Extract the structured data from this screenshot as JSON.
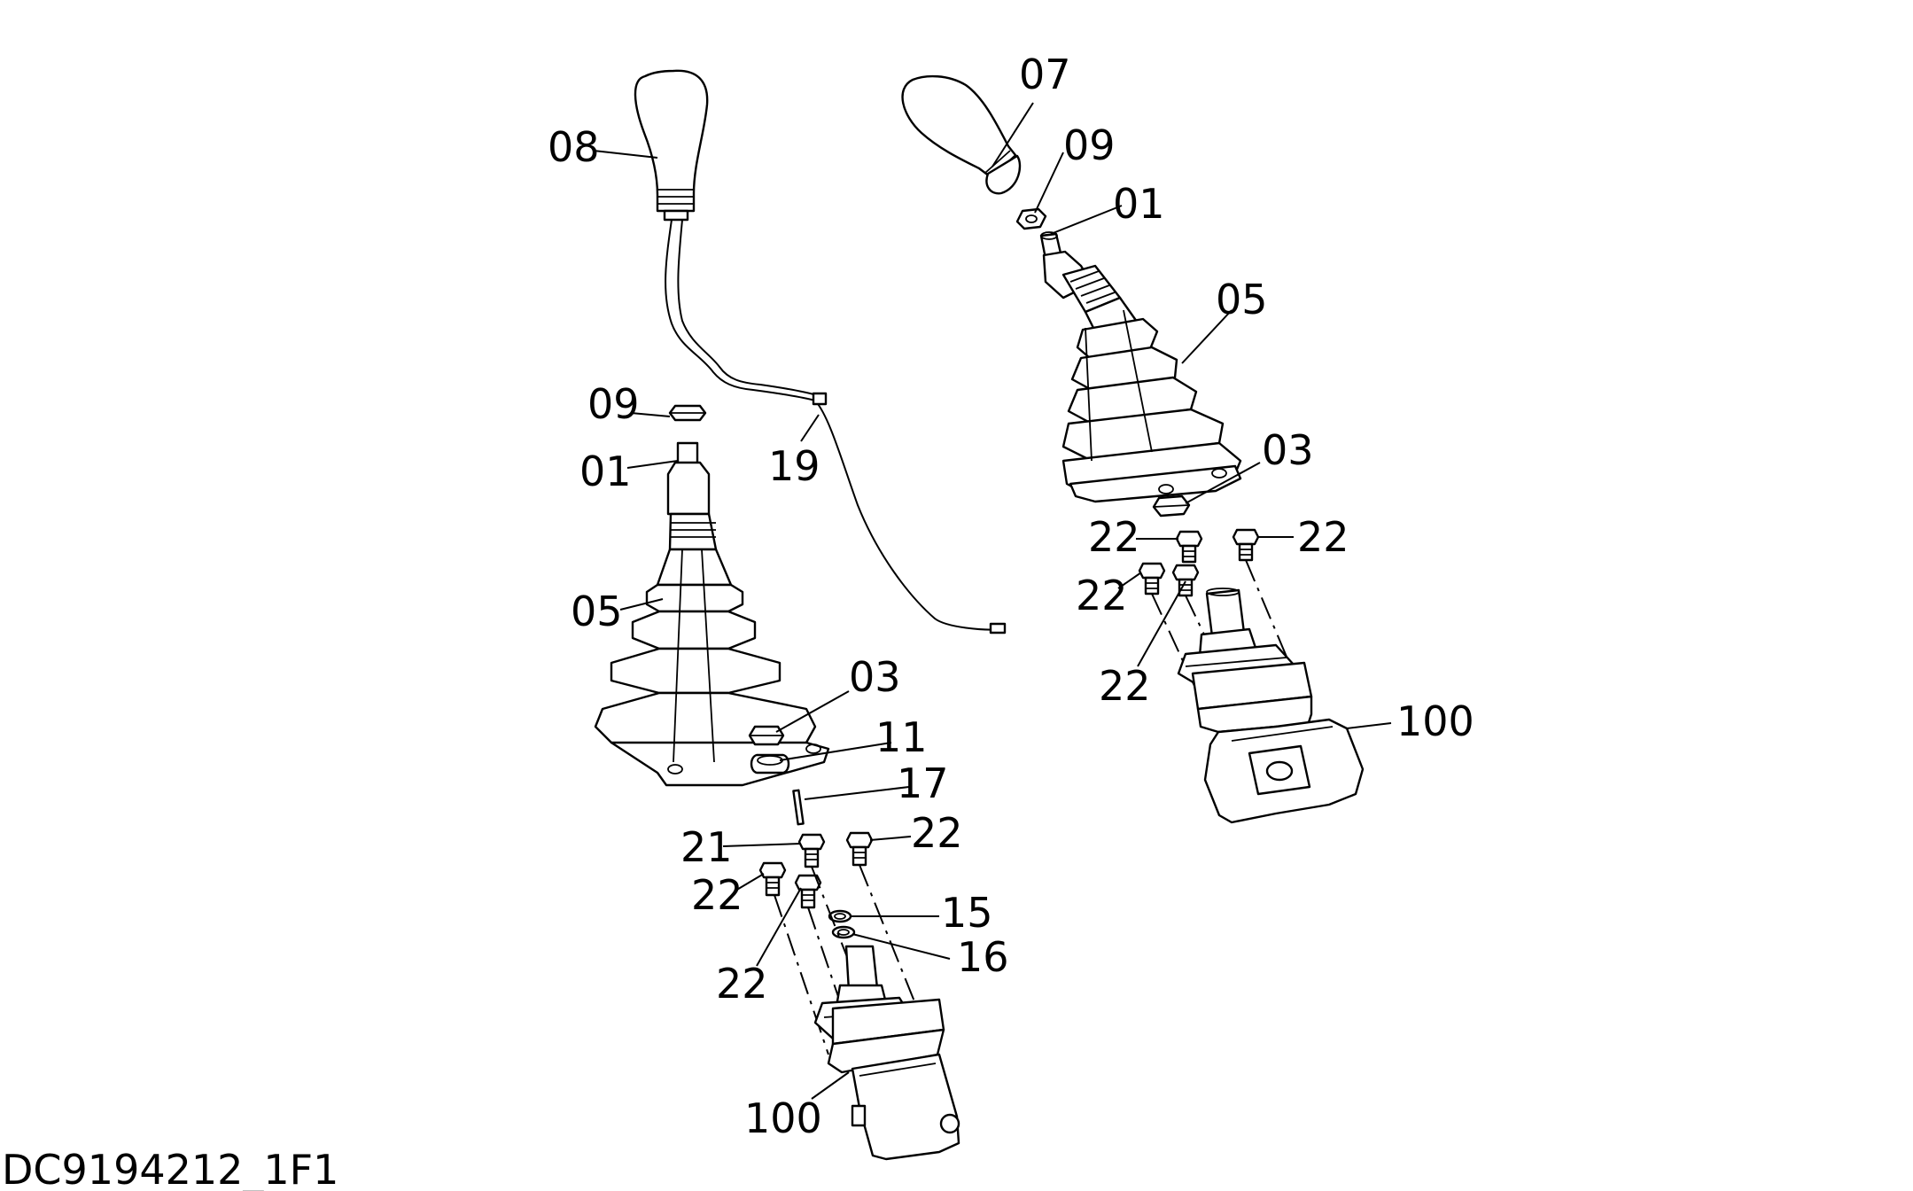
{
  "drawing_id": "DC9194212_1F1",
  "left_assembly": {
    "callouts": {
      "grip": "08",
      "nut_top": "09",
      "lever": "01",
      "cable": "19",
      "boot": "05",
      "nut": "03",
      "washer": "11",
      "pin": "17",
      "bolt_21": "21",
      "bolt_right": "22",
      "bolt_left": "22",
      "bolt_lower": "22",
      "ring_15": "15",
      "ring_16": "16",
      "valve": "100"
    }
  },
  "right_assembly": {
    "callouts": {
      "grip": "07",
      "nut_top": "09",
      "lever": "01",
      "boot": "05",
      "nut": "03",
      "bolt_top_left": "22",
      "bolt_top_right": "22",
      "bolt_mid_left": "22",
      "bolt_lower": "22",
      "valve": "100"
    }
  }
}
